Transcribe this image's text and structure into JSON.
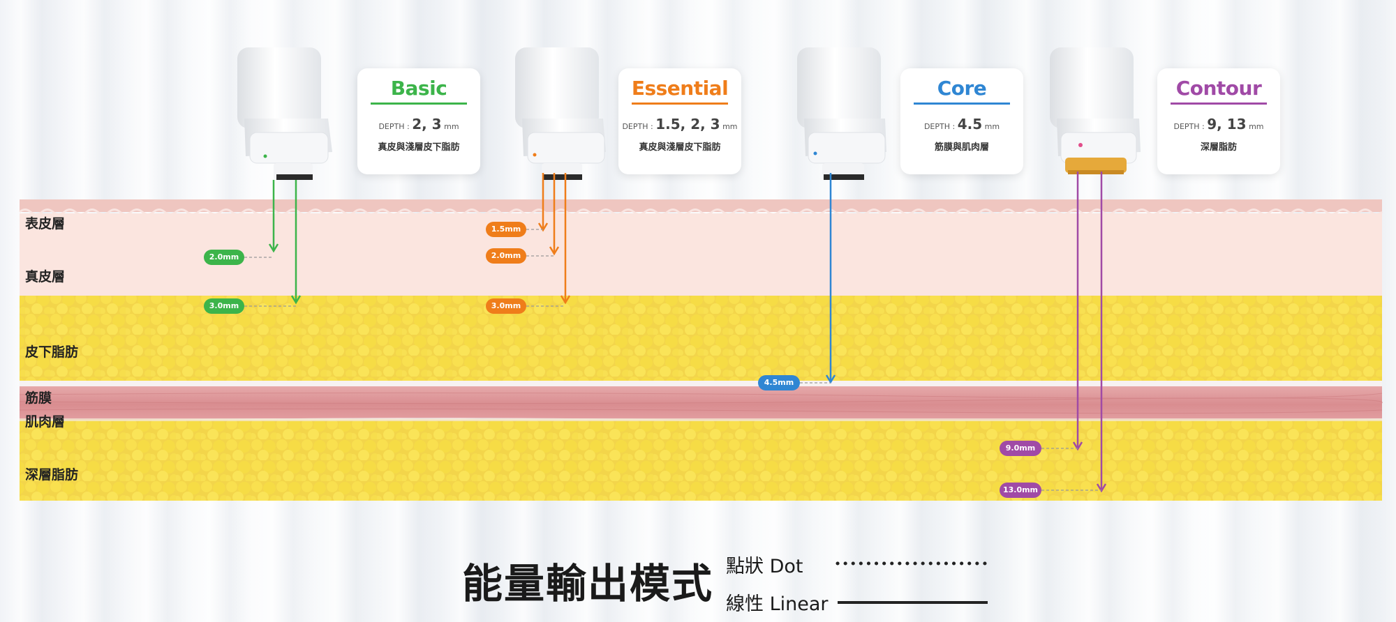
{
  "layers": {
    "epidermis": "表皮層",
    "dermis": "真皮層",
    "subcutaneous_fat": "皮下脂肪",
    "fascia": "筋膜",
    "muscle": "肌肉層",
    "deep_fat": "深層脂肪"
  },
  "cartridges": [
    {
      "name": "Basic",
      "color": "#3cb44a",
      "depth_prefix": "DEPTH :",
      "depth_value": "2, 3",
      "unit": "mm",
      "description": "真皮與淺層皮下脂肪",
      "markers": [
        "2.0mm",
        "3.0mm"
      ]
    },
    {
      "name": "Essential",
      "color": "#ef7d1a",
      "depth_prefix": "DEPTH :",
      "depth_value": "1.5, 2, 3",
      "unit": "mm",
      "description": "真皮與淺層皮下脂肪",
      "markers": [
        "1.5mm",
        "2.0mm",
        "3.0mm"
      ]
    },
    {
      "name": "Core",
      "color": "#2f86d3",
      "depth_prefix": "DEPTH :",
      "depth_value": "4.5",
      "unit": "mm",
      "description": "筋膜與肌肉層",
      "markers": [
        "4.5mm"
      ]
    },
    {
      "name": "Contour",
      "color": "#a04aa6",
      "depth_prefix": "DEPTH :",
      "depth_value": "9, 13",
      "unit": "mm",
      "description": "深層脂肪",
      "markers": [
        "9.0mm",
        "13.0mm"
      ]
    }
  ],
  "legend": {
    "title": "能量輸出模式",
    "dot_label": "點狀 Dot",
    "linear_label": "線性 Linear"
  }
}
